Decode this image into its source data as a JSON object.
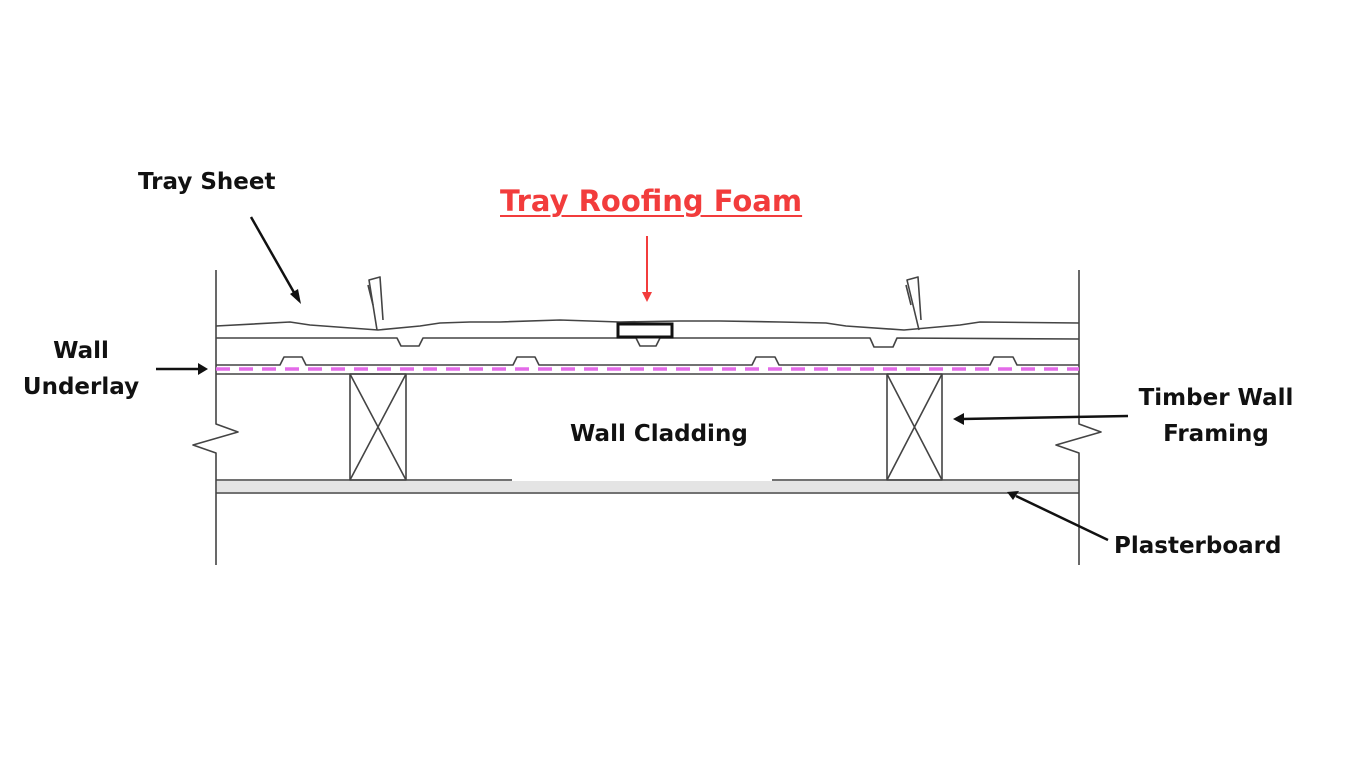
{
  "title": "Tray Roofing Foam",
  "labels": {
    "tray_sheet": "Tray Sheet",
    "wall_underlay_line1": "Wall",
    "wall_underlay_line2": "Underlay",
    "wall_cladding": "Wall Cladding",
    "timber_line1": "Timber Wall",
    "timber_line2": "Framing",
    "plasterboard": "Plasterboard"
  },
  "colors": {
    "title": "#f23c3c",
    "underlay_dash": "#e36be8",
    "line": "#444444",
    "label": "#111111"
  }
}
